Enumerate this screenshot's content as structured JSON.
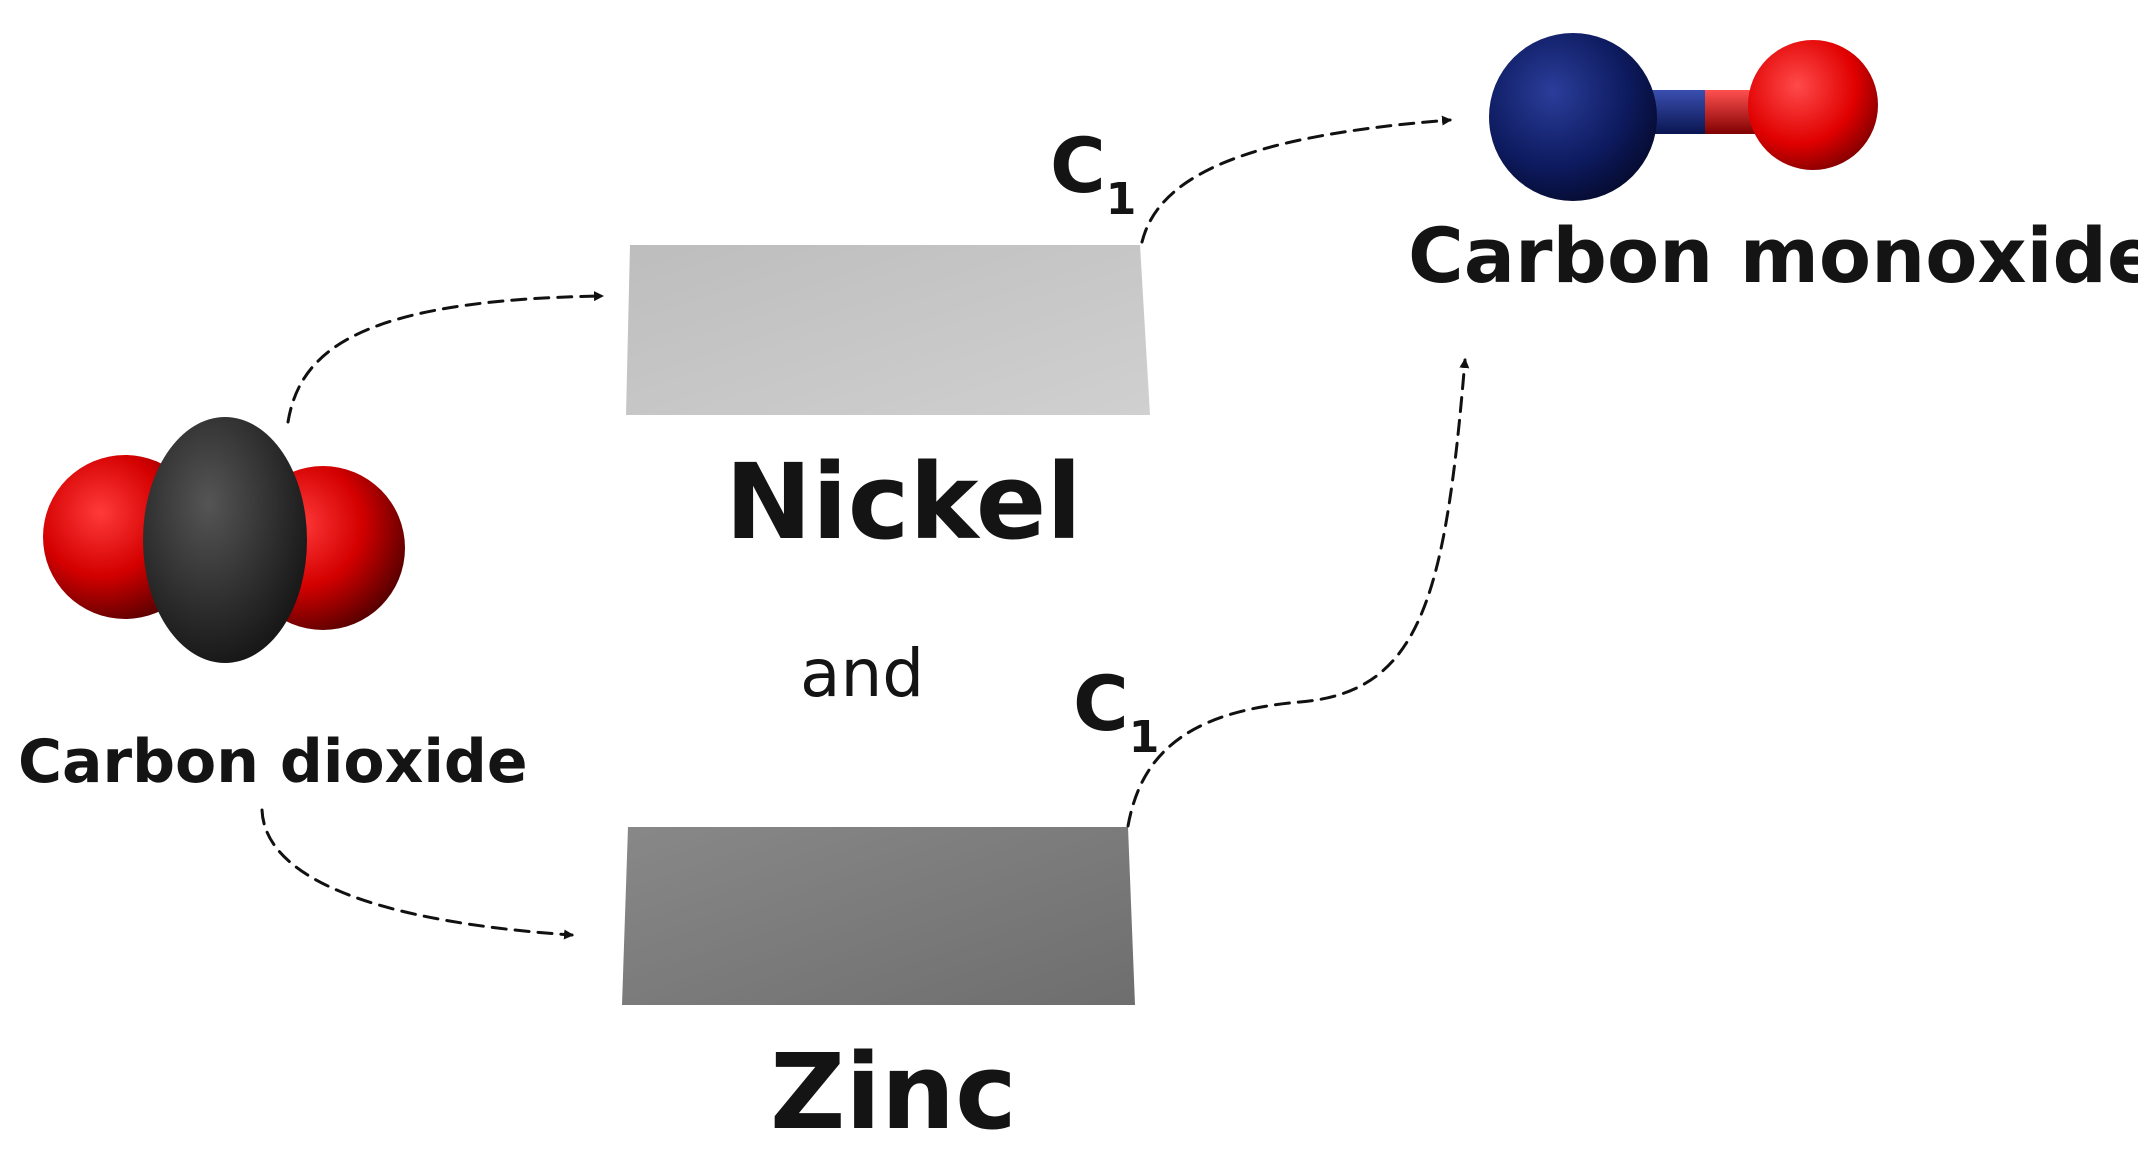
{
  "labels": {
    "reactant": "Carbon dioxide",
    "product": "Carbon monoxide",
    "catalyst_top": "Nickel",
    "conjunction": "and",
    "catalyst_bottom": "Zinc",
    "site_top_main": "C",
    "site_top_sub": "1",
    "site_bottom_main": "C",
    "site_bottom_sub": "1"
  },
  "colors": {
    "oxygen": "#d40000",
    "carbon_dioxide_c": "#2b2b2b",
    "carbon_monoxide_c": "#0d1a5e",
    "nickel_surface": "#c4c4c4",
    "zinc_surface": "#7a7a7a",
    "arrow": "#111111"
  }
}
